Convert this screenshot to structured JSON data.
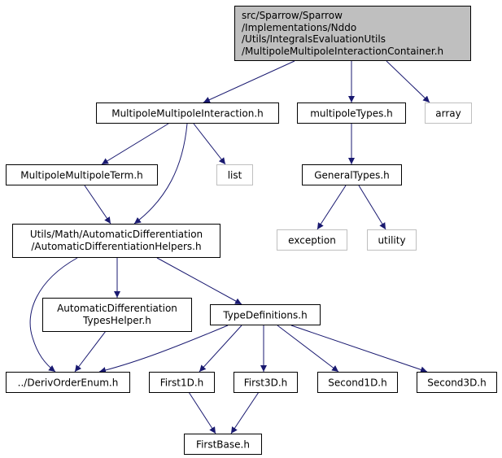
{
  "diagram": {
    "nodes": {
      "root": {
        "lines": [
          "src/Sparrow/Sparrow",
          "/Implementations/Nddo",
          "/Utils/IntegralsEvaluationUtils",
          "/MultipoleMultipoleInteractionContainer.h"
        ]
      },
      "mmi": {
        "lines": [
          "MultipoleMultipoleInteraction.h"
        ]
      },
      "mtypes": {
        "lines": [
          "multipoleTypes.h"
        ]
      },
      "array": {
        "lines": [
          "array"
        ]
      },
      "mmt": {
        "lines": [
          "MultipoleMultipoleTerm.h"
        ]
      },
      "list": {
        "lines": [
          "list"
        ]
      },
      "gtypes": {
        "lines": [
          "GeneralTypes.h"
        ]
      },
      "adh": {
        "lines": [
          "Utils/Math/AutomaticDifferentiation",
          "/AutomaticDifferentiationHelpers.h"
        ]
      },
      "exception": {
        "lines": [
          "exception"
        ]
      },
      "utility": {
        "lines": [
          "utility"
        ]
      },
      "adth": {
        "lines": [
          "AutomaticDifferentiation",
          "TypesHelper.h"
        ]
      },
      "typedefs": {
        "lines": [
          "TypeDefinitions.h"
        ]
      },
      "deriv": {
        "lines": [
          "../DerivOrderEnum.h"
        ]
      },
      "first1d": {
        "lines": [
          "First1D.h"
        ]
      },
      "first3d": {
        "lines": [
          "First3D.h"
        ]
      },
      "second1d": {
        "lines": [
          "Second1D.h"
        ]
      },
      "second3d": {
        "lines": [
          "Second3D.h"
        ]
      },
      "firstbase": {
        "lines": [
          "FirstBase.h"
        ]
      }
    },
    "edges": [
      [
        "root",
        "mmi"
      ],
      [
        "root",
        "mtypes"
      ],
      [
        "root",
        "array"
      ],
      [
        "mmi",
        "mmt"
      ],
      [
        "mmi",
        "list"
      ],
      [
        "mmi",
        "adh"
      ],
      [
        "mtypes",
        "gtypes"
      ],
      [
        "mmt",
        "adh"
      ],
      [
        "gtypes",
        "exception"
      ],
      [
        "gtypes",
        "utility"
      ],
      [
        "adh",
        "deriv"
      ],
      [
        "adh",
        "adth"
      ],
      [
        "adh",
        "typedefs"
      ],
      [
        "adth",
        "deriv"
      ],
      [
        "typedefs",
        "deriv"
      ],
      [
        "typedefs",
        "first1d"
      ],
      [
        "typedefs",
        "first3d"
      ],
      [
        "typedefs",
        "second1d"
      ],
      [
        "typedefs",
        "second3d"
      ],
      [
        "first1d",
        "firstbase"
      ],
      [
        "first3d",
        "firstbase"
      ]
    ],
    "colors": {
      "edge": "#191970",
      "root_fill": "#bfbfbf",
      "node_border": "#000000",
      "external_border": "#bfbfbf"
    }
  }
}
